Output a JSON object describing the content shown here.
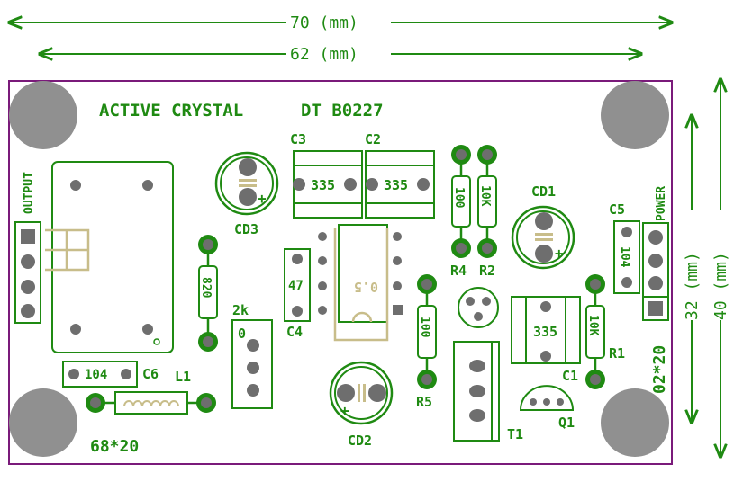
{
  "dimensions": {
    "overall_width": "70 (mm)",
    "board_width": "62 (mm)",
    "board_height": "32 (mm)",
    "overall_height": "40 (mm)"
  },
  "board": {
    "title": "ACTIVE CRYSTAL",
    "code": "DT B0227",
    "size_left": "68*20",
    "size_right": "02*20"
  },
  "connectors": {
    "output": "OUTPUT",
    "power": "POWER"
  },
  "components": {
    "c3": "C3",
    "c2": "C2",
    "c3_value": "335",
    "c2_value": "335",
    "cd3": "CD3",
    "cd1": "CD1",
    "cd2": "CD2",
    "r4": "R4",
    "r2": "R2",
    "r4_value": "100",
    "r2_value": "10K",
    "r3_value": "820",
    "r5": "R5",
    "r5_value": "100",
    "r1": "R1",
    "r1_value": "10K",
    "c4": "C4",
    "c4_value": "47",
    "c5": "C5",
    "c5_value": "104",
    "c6": "C6",
    "c6_value": "104",
    "c1": "C1",
    "c1_value": "335",
    "l1": "L1",
    "pot": "2k",
    "pot_mark": "0",
    "crystal_value": "0.5",
    "t1": "T1",
    "q1": "Q1"
  },
  "colors": {
    "silkscreen": "#1f8a12",
    "board_outline": "#7a1a7a",
    "pads": "#6e6e6e",
    "mounting_holes": "#909090",
    "copper": "#b8a871"
  }
}
